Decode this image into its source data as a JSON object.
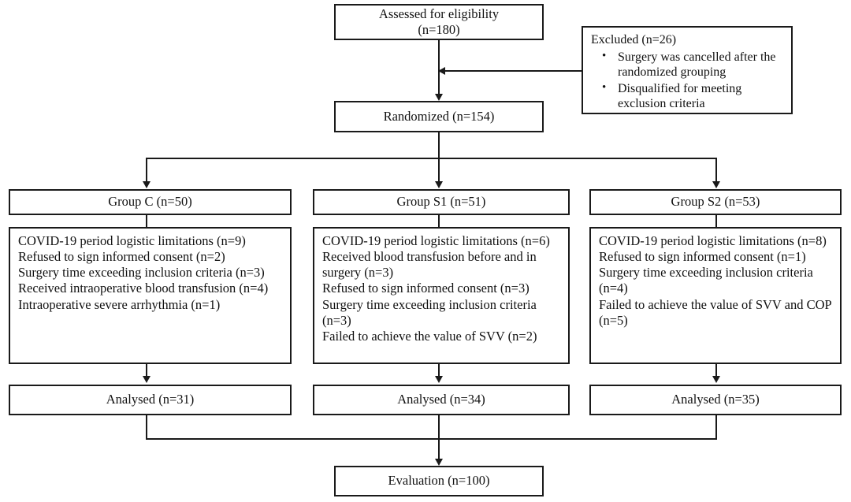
{
  "diagram": {
    "title": "CONSORT participant flow diagram",
    "type": "flowchart",
    "line_color": "#1a1a1a",
    "background": "#ffffff"
  },
  "assessed": {
    "line1": "Assessed  for eligibility",
    "line2": "(n=180)",
    "n": 180
  },
  "excluded": {
    "heading": "Excluded (n=26)",
    "n": 26,
    "bullets": [
      "Surgery was cancelled after the randomized grouping",
      "Disqualified for meeting exclusion criteria"
    ]
  },
  "randomized": {
    "label": "Randomized (n=154)",
    "n": 154
  },
  "groups": [
    {
      "header": "Group C (n=50)",
      "n": 50,
      "exclusions": [
        "COVID-19 period logistic limitations (n=9)",
        "Refused to sign informed consent (n=2)",
        "Surgery time exceeding  inclusion criteria (n=3)",
        "Received intraoperative blood transfusion (n=4)",
        "Intraoperative severe arrhythmia  (n=1)"
      ],
      "analysed": "Analysed (n=31)",
      "analysed_n": 31
    },
    {
      "header": "Group S1 (n=51)",
      "n": 51,
      "exclusions": [
        "COVID-19 period logistic limitations (n=6)",
        "Received blood transfusion before and in surgery (n=3)",
        "Refused to sign informed consent (n=3)",
        "Surgery time exceeding  inclusion criteria (n=3)",
        "Failed to achieve the value of SVV (n=2)"
      ],
      "analysed": "Analysed (n=34)",
      "analysed_n": 34
    },
    {
      "header": "Group S2 (n=53)",
      "n": 53,
      "exclusions": [
        "COVID-19 period logistic limitations (n=8)",
        "Refused to sign informed consent (n=1)",
        "Surgery time exceeding  inclusion criteria (n=4)",
        "Failed to achieve the value of SVV and COP (n=5)"
      ],
      "analysed": "Analysed (n=35)",
      "analysed_n": 35
    }
  ],
  "evaluation": {
    "label": "Evaluation (n=100)",
    "n": 100
  }
}
